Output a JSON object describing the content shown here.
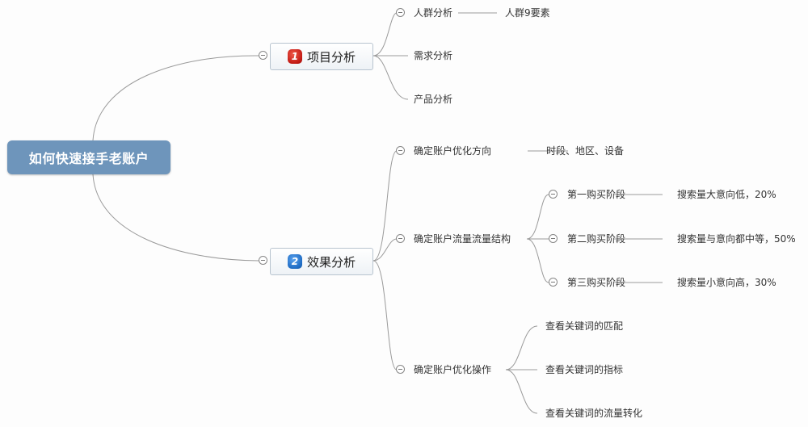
{
  "root": {
    "label": "如何快速接手老账户",
    "color": "#6e95bb"
  },
  "branches": [
    {
      "badge": "1",
      "badge_color": "red",
      "label": "项目分析",
      "children": [
        {
          "label": "人群分析",
          "note": "人群9要素"
        },
        {
          "label": "需求分析"
        },
        {
          "label": "产品分析"
        }
      ]
    },
    {
      "badge": "2",
      "badge_color": "blue",
      "label": "效果分析",
      "children": [
        {
          "label": "确定账户优化方向",
          "note": "时段、地区、设备"
        },
        {
          "label": "确定账户流量流量结构",
          "children": [
            {
              "label": "第一购买阶段",
              "note": "搜索量大意向低，20%"
            },
            {
              "label": "第二购买阶段",
              "note": "搜索量与意向都中等，50%"
            },
            {
              "label": "第三购买阶段",
              "note": "搜索量小意向高，30%"
            }
          ]
        },
        {
          "label": "确定账户优化操作",
          "children": [
            {
              "label": "查看关键词的匹配"
            },
            {
              "label": "查看关键词的指标"
            },
            {
              "label": "查看关键词的流量转化"
            }
          ]
        }
      ]
    }
  ]
}
